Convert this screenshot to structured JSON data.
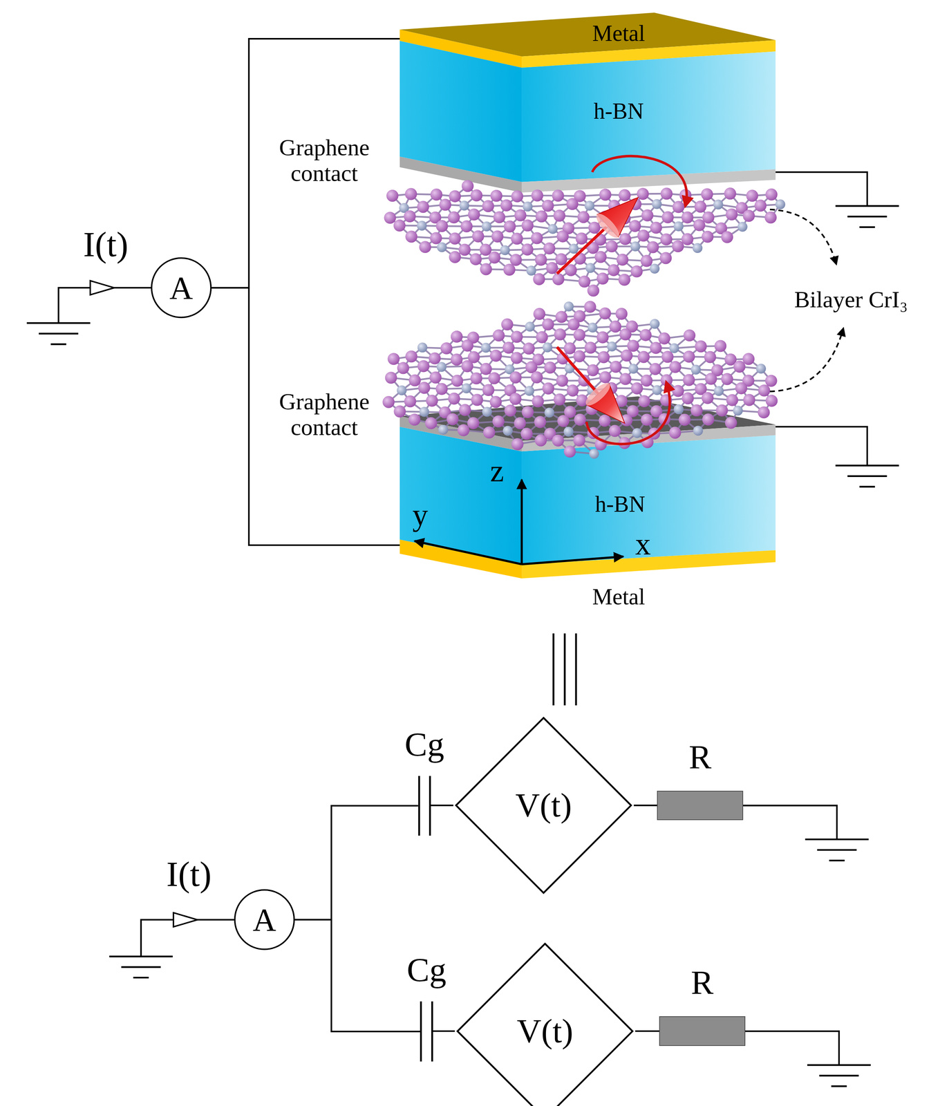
{
  "diagram": {
    "nodes": [
      {
        "text": [
          "Metal"
        ]
      },
      {
        "text": [
          "h-BN"
        ]
      },
      {
        "text": [
          "A"
        ]
      },
      {
        "text": [
          "h-BN"
        ]
      },
      {
        "text": [
          "Metal"
        ]
      },
      {
        "text": [
          "A"
        ]
      },
      {
        "text": [
          "Cg"
        ]
      },
      {
        "text": [
          "V(t)"
        ]
      },
      {
        "text": [
          "R"
        ]
      },
      {
        "text": [
          "Cg"
        ]
      },
      {
        "text": [
          "V(t)"
        ]
      },
      {
        "text": [
          "R"
        ]
      }
    ],
    "edges": [
      {
        "from": 2,
        "to": 0,
        "arrow": "none"
      },
      {
        "from": 2,
        "to": 4,
        "arrow": "none"
      },
      {
        "from": 5,
        "to": 6,
        "arrow": "none"
      },
      {
        "from": 6,
        "to": 7,
        "arrow": "none"
      },
      {
        "from": 7,
        "to": 8,
        "arrow": "none"
      },
      {
        "from": 5,
        "to": 9,
        "arrow": "none"
      },
      {
        "from": 9,
        "to": 10,
        "arrow": "none"
      },
      {
        "from": 10,
        "to": 11,
        "arrow": "none"
      }
    ],
    "labels": [
      "Graphene contact",
      "I(t)",
      "Bilayer CrI₃",
      "Graphene contact",
      "z",
      "y",
      "x",
      "I(t)"
    ]
  }
}
